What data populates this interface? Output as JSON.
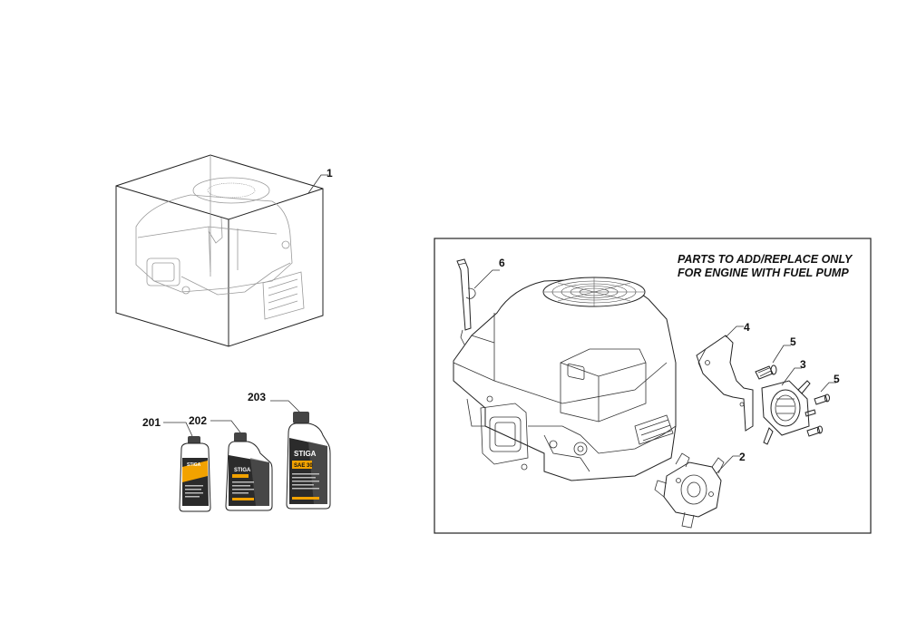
{
  "note": {
    "line1": "PARTS TO ADD/REPLACE ONLY",
    "line2": "FOR ENGINE WITH FUEL PUMP"
  },
  "callouts": {
    "engine_kit": "1",
    "carburetor": "2",
    "fuel_pump": "3",
    "bracket": "4",
    "screw_left": "5",
    "screw_right": "5",
    "dipstick_tube": "6",
    "oil_small": "201",
    "oil_medium": "202",
    "oil_large": "203"
  },
  "bottles": {
    "brand": "STIGA",
    "large_grade": "SAE 30"
  },
  "colors": {
    "label_dark": "#2b2b2b",
    "label_accent": "#f2a200",
    "cap": "#444444",
    "line": "#222222"
  }
}
